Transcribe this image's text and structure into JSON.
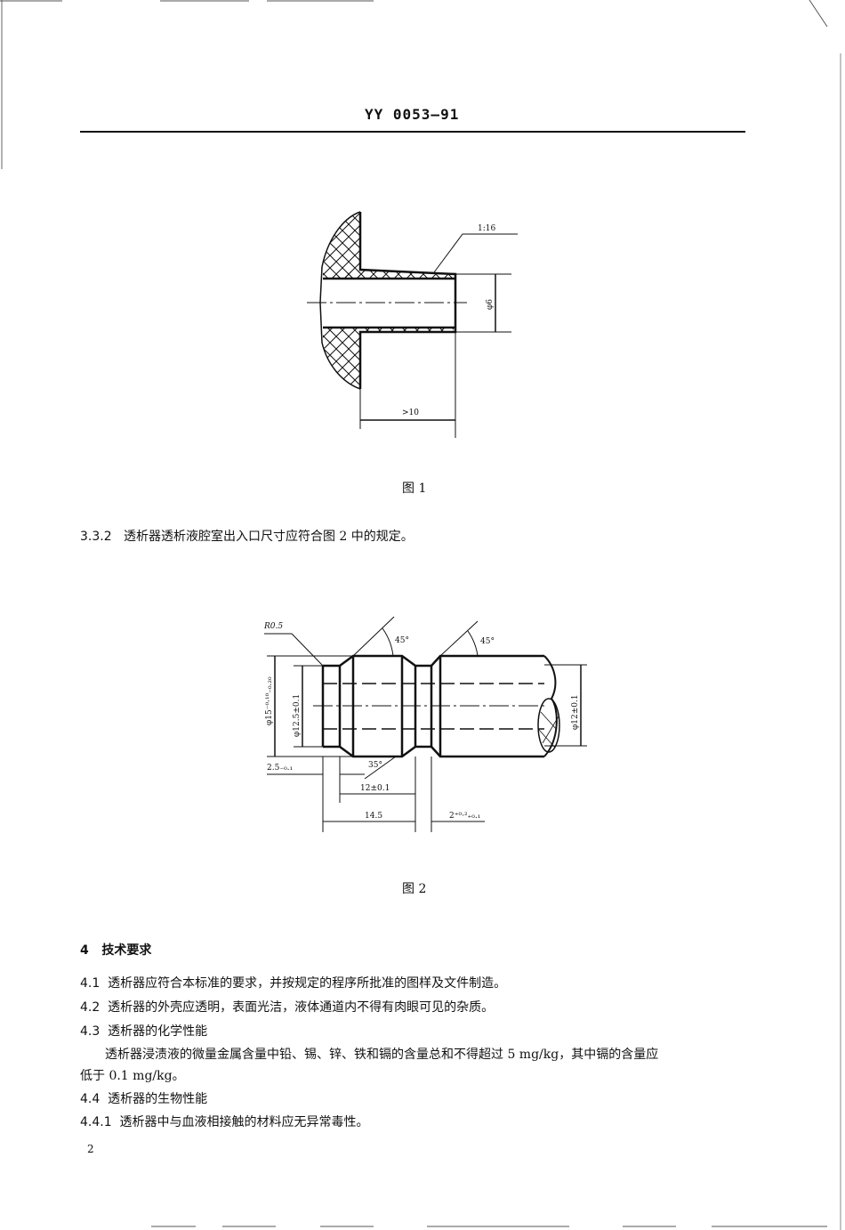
{
  "header": {
    "standard_number": "YY 0053—91"
  },
  "figure1": {
    "caption": "图 1",
    "labels": {
      "taper": "1:16",
      "diameter": "φ6",
      "length": ">10"
    }
  },
  "clause_3_3_2": {
    "number": "3.3.2",
    "text": "透析器透析液腔室出入口尺寸应符合图 2 中的规定。"
  },
  "figure2": {
    "caption": "图 2",
    "labels": {
      "radius": "R0.5",
      "angle_left": "45°",
      "angle_right": "45°",
      "angle_bottom": "35°",
      "outer_diameter": "φ15⁻⁰·¹⁰₋₀.₂₀",
      "groove_diameter": "φ12.5±0.1",
      "shaft_diameter": "φ12±0.1",
      "groove_width": "2.5₋₀.₁",
      "body_length": "12±0.1",
      "total_length": "14.5",
      "second_groove": "2⁺⁰·²₊₀.₁"
    }
  },
  "section4": {
    "heading_number": "4",
    "heading": "技术要求",
    "items": [
      {
        "number": "4.1",
        "text": "透析器应符合本标准的要求，并按规定的程序所批准的图样及文件制造。"
      },
      {
        "number": "4.2",
        "text": "透析器的外壳应透明，表面光洁，液体通道内不得有肉眼可见的杂质。"
      },
      {
        "number": "4.3",
        "text": "透析器的化学性能"
      },
      {
        "number": "",
        "text": "透析器浸渍液的微量金属含量中铅、锡、锌、铁和镉的含量总和不得超过 5 mg/kg，其中镉的含量应"
      },
      {
        "number": "",
        "text": "低于 0.1 mg/kg。"
      },
      {
        "number": "4.4",
        "text": "透析器的生物性能"
      },
      {
        "number": "4.4.1",
        "text": "透析器中与血液相接触的材料应无异常毒性。"
      }
    ]
  },
  "footer": {
    "page_number": "2"
  }
}
